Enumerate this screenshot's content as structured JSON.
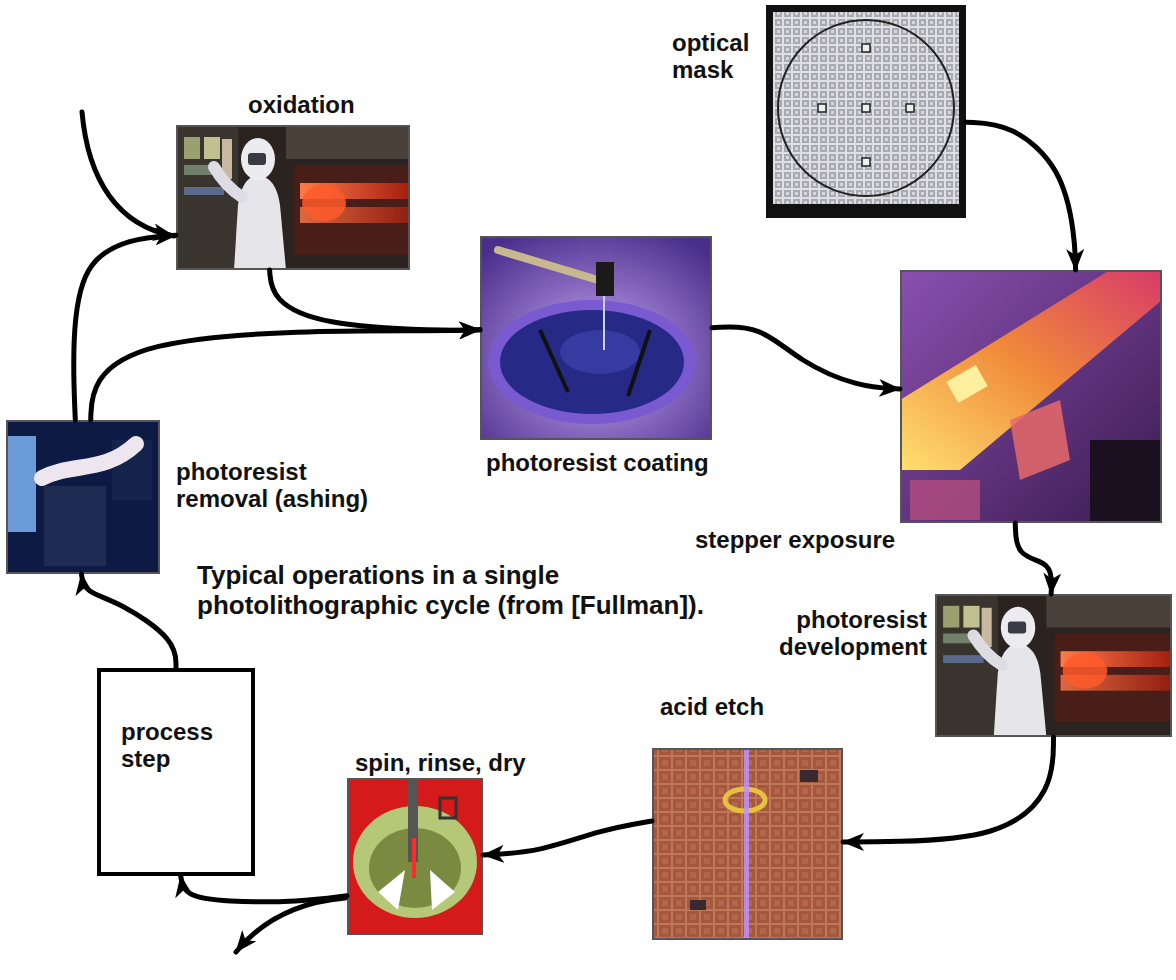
{
  "diagram": {
    "caption": "Typical operations in a single photolithographic cycle (from [Fullman]).",
    "nodes": [
      {
        "text": [
          "oxidation"
        ]
      },
      {
        "text": [
          "optical mask"
        ]
      },
      {
        "text": [
          "photoresist coating"
        ]
      },
      {
        "text": [
          "stepper exposure"
        ]
      },
      {
        "text": [
          "photoresist development"
        ]
      },
      {
        "text": [
          "acid etch"
        ]
      },
      {
        "text": [
          "spin, rinse, dry"
        ]
      },
      {
        "text": [
          "process step"
        ]
      },
      {
        "text": [
          "photoresist removal (ashing)"
        ]
      }
    ],
    "edges": [
      {
        "from": 0,
        "to": 2,
        "arrow": "to"
      },
      {
        "from": 8,
        "to": 2,
        "arrow": "to"
      },
      {
        "from": 8,
        "to": 0,
        "arrow": "to"
      },
      {
        "from": 1,
        "to": 3,
        "arrow": "to"
      },
      {
        "from": 2,
        "to": 3,
        "arrow": "to"
      },
      {
        "from": 3,
        "to": 4,
        "arrow": "to"
      },
      {
        "from": 4,
        "to": 5,
        "arrow": "to"
      },
      {
        "from": 5,
        "to": 6,
        "arrow": "to"
      },
      {
        "from": 6,
        "to": 7,
        "arrow": "to"
      },
      {
        "from": 7,
        "to": 8,
        "arrow": "to"
      }
    ]
  }
}
